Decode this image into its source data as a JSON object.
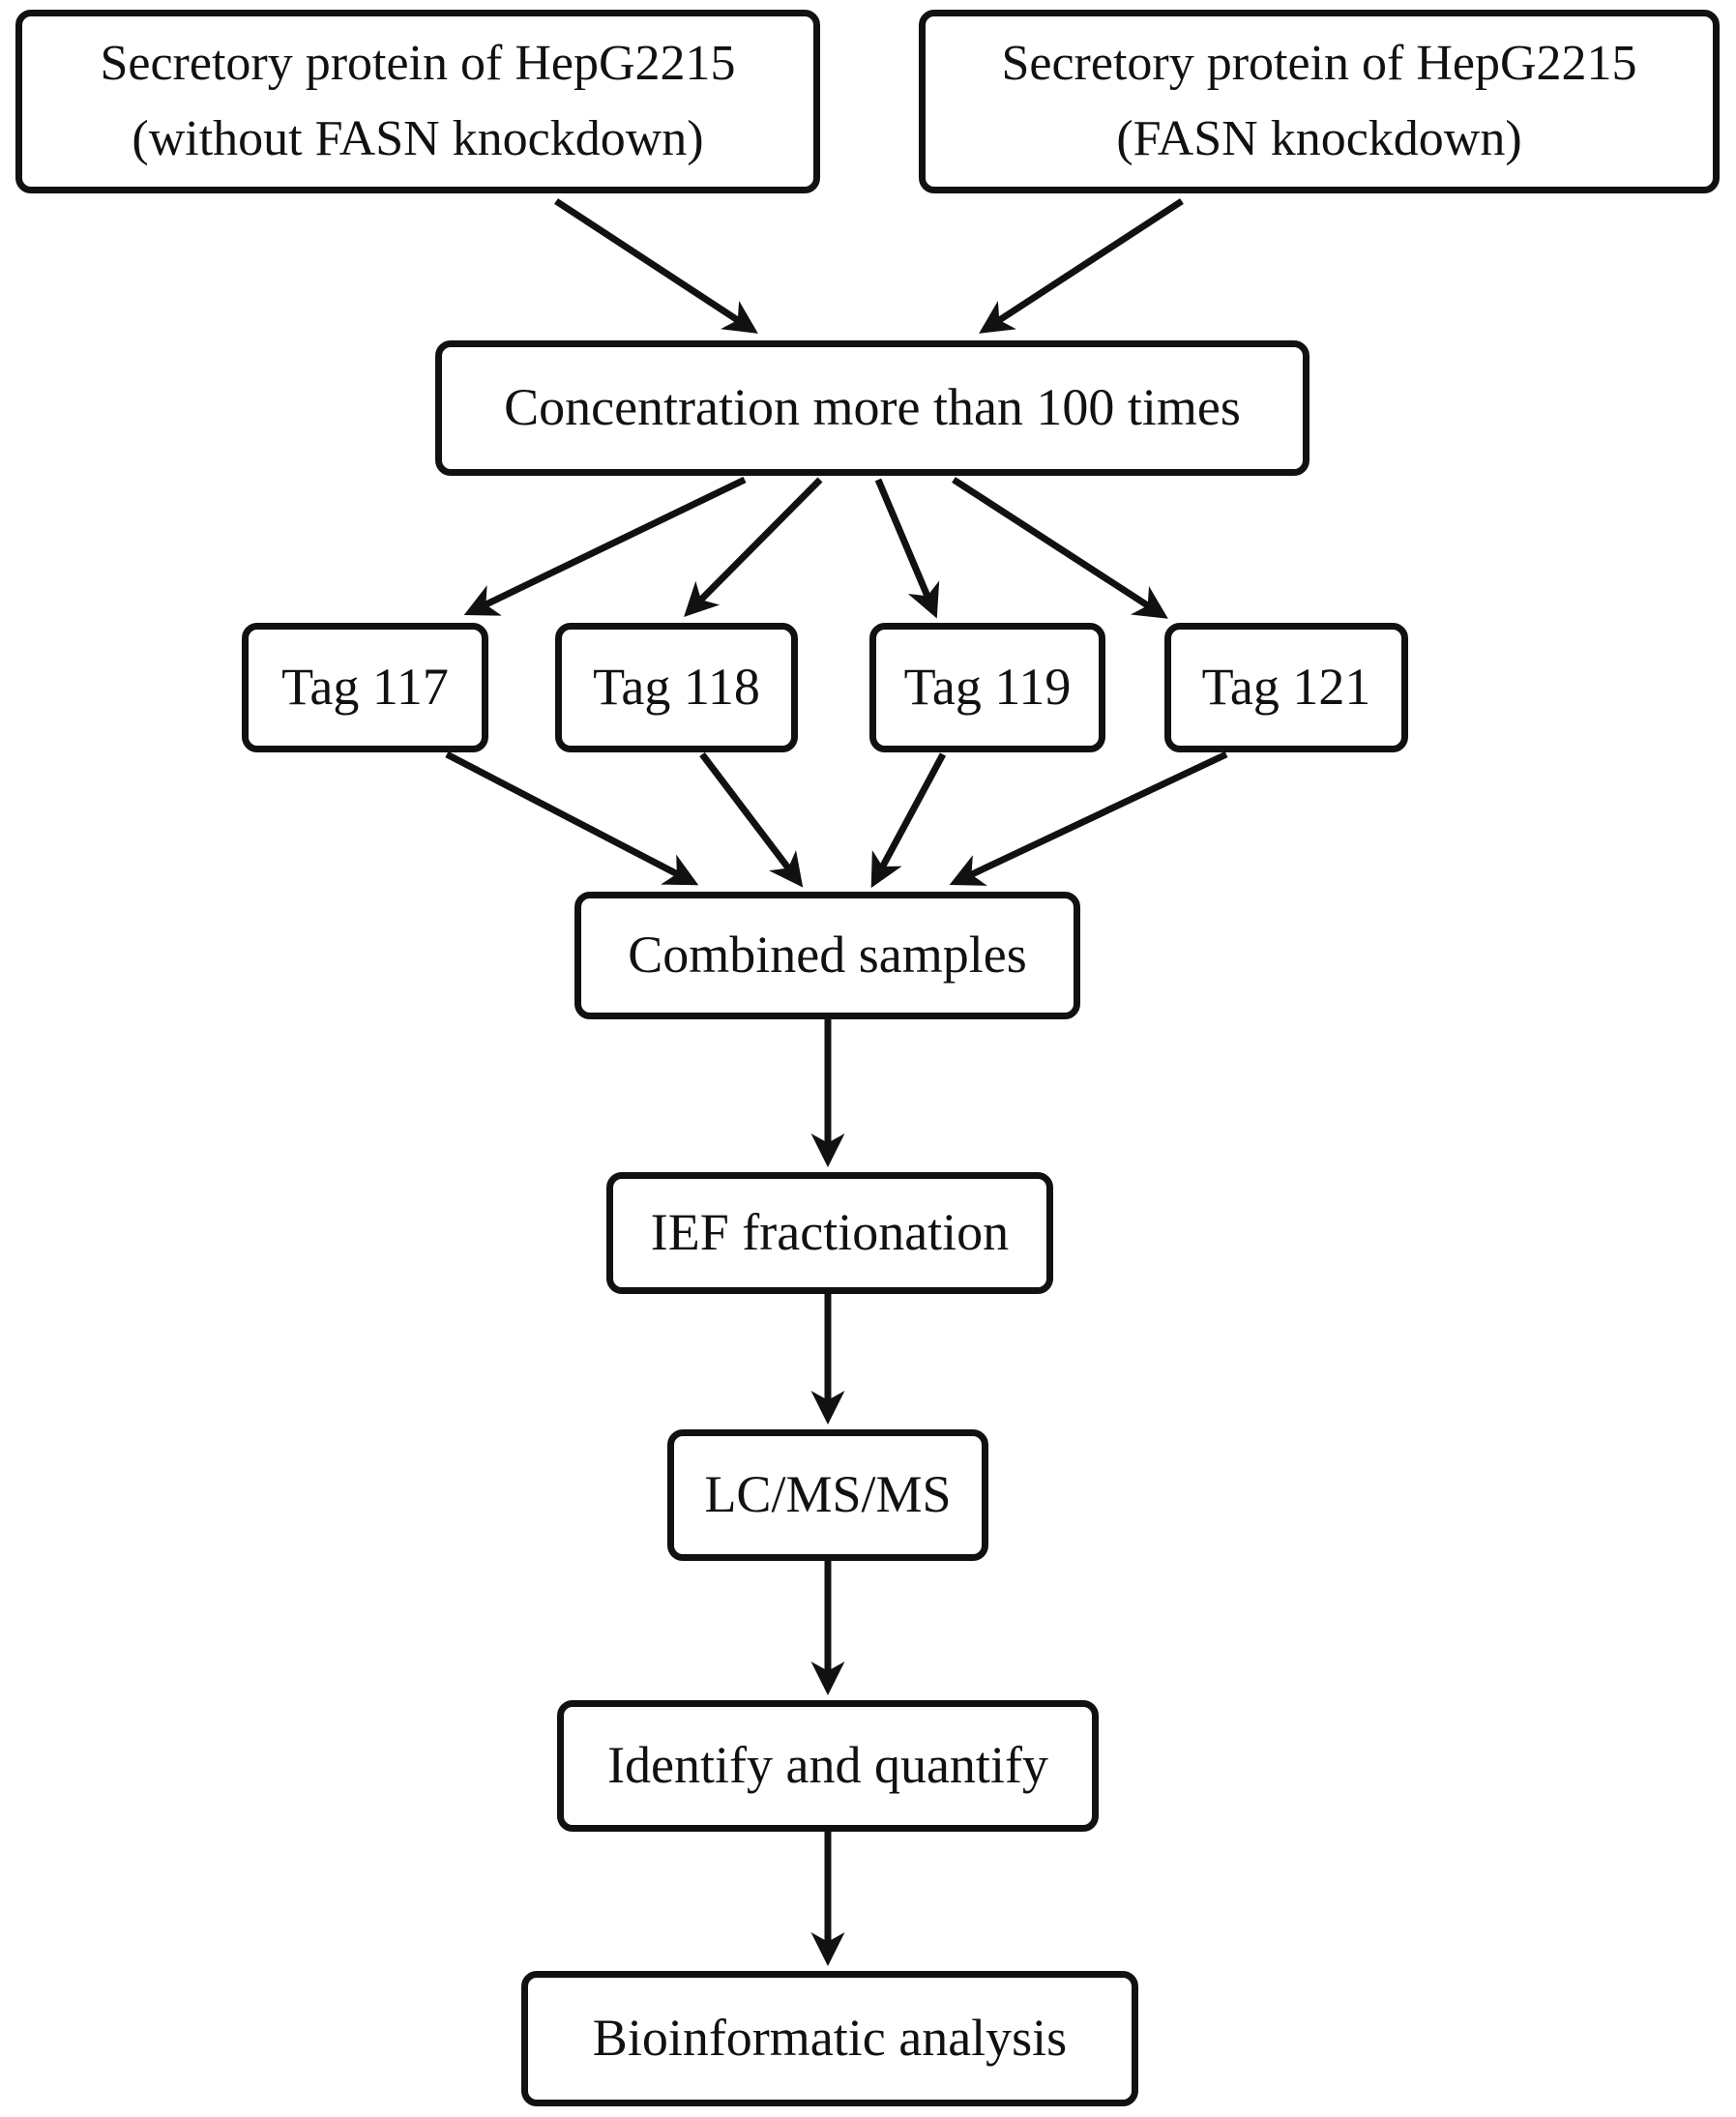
{
  "diagram": {
    "type": "flowchart",
    "colors": {
      "stroke": "#111111",
      "text": "#111111",
      "background": "#ffffff"
    },
    "nodes": {
      "source_without": {
        "line1": "Secretory protein of HepG2215",
        "line2": "(without FASN knockdown)"
      },
      "source_knockdown": {
        "line1": "Secretory protein of HepG2215",
        "line2": "(FASN knockdown)"
      },
      "concentration": {
        "label": "Concentration more than 100 times"
      },
      "tag117": {
        "label": "Tag 117"
      },
      "tag118": {
        "label": "Tag 118"
      },
      "tag119": {
        "label": "Tag 119"
      },
      "tag121": {
        "label": "Tag 121"
      },
      "combined": {
        "label": "Combined samples"
      },
      "ief": {
        "label": "IEF fractionation"
      },
      "lcmsms": {
        "label": "LC/MS/MS"
      },
      "identify": {
        "label": "Identify and quantify"
      },
      "bioinformatic": {
        "label": "Bioinformatic analysis"
      }
    },
    "edges": [
      {
        "from": "source_without",
        "to": "concentration"
      },
      {
        "from": "source_knockdown",
        "to": "concentration"
      },
      {
        "from": "concentration",
        "to": "tag117"
      },
      {
        "from": "concentration",
        "to": "tag118"
      },
      {
        "from": "concentration",
        "to": "tag119"
      },
      {
        "from": "concentration",
        "to": "tag121"
      },
      {
        "from": "tag117",
        "to": "combined"
      },
      {
        "from": "tag118",
        "to": "combined"
      },
      {
        "from": "tag119",
        "to": "combined"
      },
      {
        "from": "tag121",
        "to": "combined"
      },
      {
        "from": "combined",
        "to": "ief"
      },
      {
        "from": "ief",
        "to": "lcmsms"
      },
      {
        "from": "lcmsms",
        "to": "identify"
      },
      {
        "from": "identify",
        "to": "bioinformatic"
      }
    ]
  }
}
